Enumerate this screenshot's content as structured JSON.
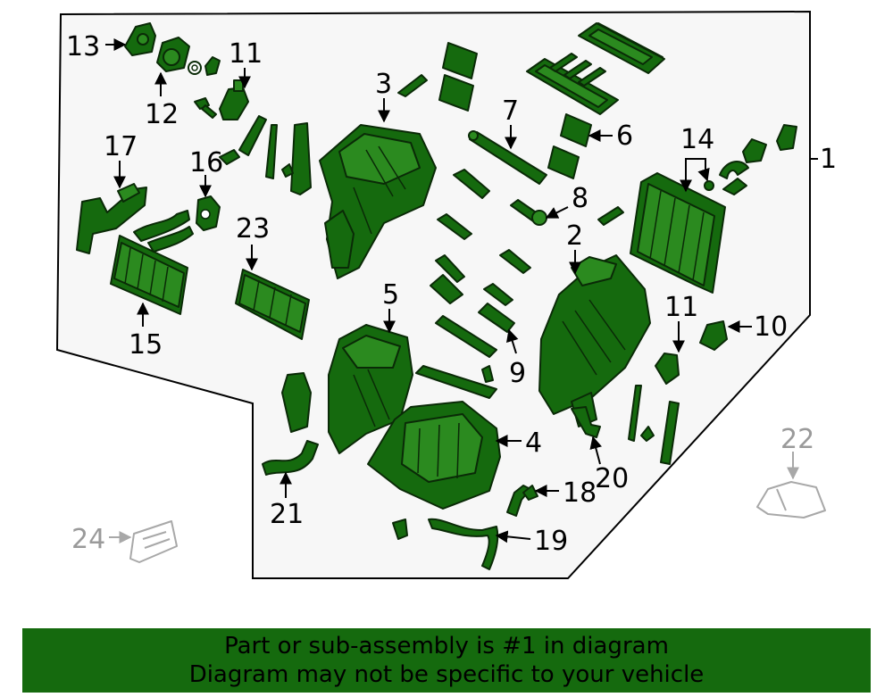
{
  "callouts": {
    "c1": "1",
    "c2": "2",
    "c3": "3",
    "c4": "4",
    "c5": "5",
    "c6": "6",
    "c7": "7",
    "c8": "8",
    "c9": "9",
    "c10": "10",
    "c11a": "11",
    "c11b": "11",
    "c12": "12",
    "c13": "13",
    "c14": "14",
    "c15": "15",
    "c16": "16",
    "c17": "17",
    "c18": "18",
    "c19": "19",
    "c20": "20",
    "c21": "21",
    "c22": "22",
    "c23": "23",
    "c24": "24"
  },
  "banner": {
    "line1": "Part or sub-assembly is #1 in diagram",
    "line2": "Diagram may not be specific to your vehicle"
  },
  "colors": {
    "highlight": "#156a0e",
    "outline": "#0a2a07",
    "excluded": "#a8a8a8"
  }
}
